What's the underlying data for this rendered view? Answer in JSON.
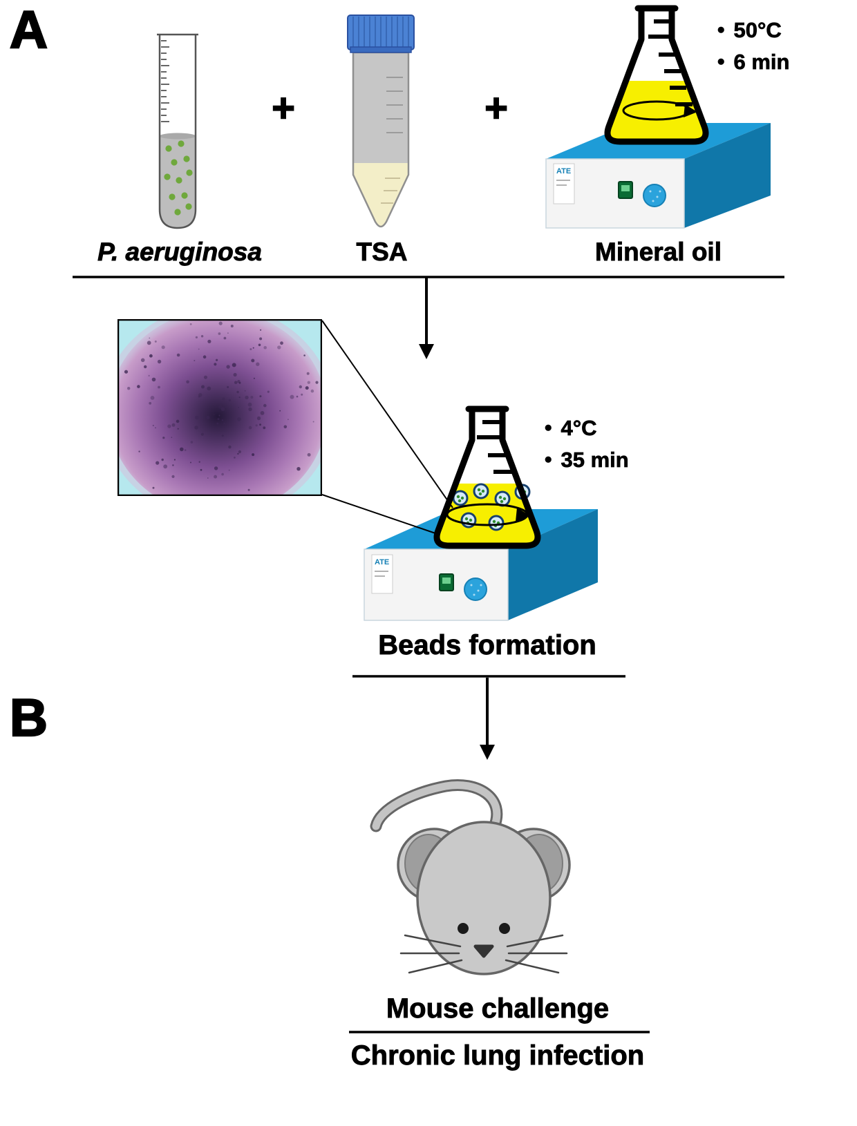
{
  "colors": {
    "stirrer_blue": "#1E9CD7",
    "stirrer_side": "#1077A9",
    "flask_yellow": "#F7EF00",
    "bacteria_green": "#6FA83C",
    "cap_blue": "#4B82D4",
    "mouse_gray": "#C9C9C9"
  },
  "panel_a": {
    "label": "A",
    "plus_1": "+",
    "plus_2": "+",
    "ingredients": {
      "bacteria": "P. aeruginosa",
      "tsa": "TSA",
      "oil": "Mineral oil"
    },
    "mixing": {
      "bullet": "•",
      "temperature": "50°C",
      "duration": "6 min"
    },
    "cooling": {
      "bullet": "•",
      "temperature": "4°C",
      "duration": "35 min"
    },
    "beads_label": "Beads formation"
  },
  "panel_b": {
    "label": "B",
    "mouse_label": "Mouse challenge",
    "outcome_label": "Chronic lung infection"
  },
  "equipment": {
    "stirrer_brand": "ATE"
  }
}
